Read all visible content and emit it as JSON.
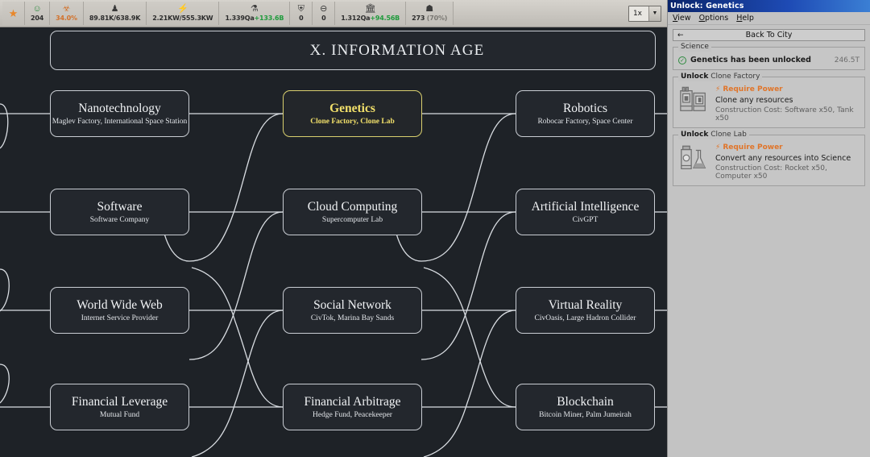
{
  "toolbar": {
    "stats": [
      {
        "icon": "star-icon",
        "glyph": "★",
        "value": "",
        "color": "#e8872b"
      },
      {
        "icon": "happiness-icon",
        "glyph": "☺",
        "value": "204",
        "color": "#2e8b3f"
      },
      {
        "icon": "pollution-icon",
        "glyph": "☣",
        "value": "34.0%",
        "color": "#d2722c"
      },
      {
        "icon": "population-icon",
        "glyph": "♟",
        "value": "89.81K/638.9K",
        "color": "#3a3a3a"
      },
      {
        "icon": "power-icon",
        "glyph": "⚡",
        "value": "2.21KW/555.3KW",
        "color": "#2e8b3f"
      },
      {
        "icon": "science-icon",
        "glyph": "⚗",
        "value": "1.339Qa",
        "gain": "+133.6B",
        "color": "#3a3a3a"
      },
      {
        "icon": "trade-icon",
        "glyph": "⛨",
        "value": "0",
        "color": "#3a3a3a"
      },
      {
        "icon": "blocked-icon",
        "glyph": "⊖",
        "value": "0",
        "color": "#3a3a3a"
      },
      {
        "icon": "treasury-icon",
        "glyph": "🏛",
        "value": "1.312Qa",
        "gain": "+94.56B",
        "color": "#3a3a3a"
      },
      {
        "icon": "approval-icon",
        "glyph": "☗",
        "value": "273",
        "muted": "(70%)",
        "color": "#3a3a3a"
      }
    ],
    "speed": {
      "label": "1x",
      "arrow": "▼"
    }
  },
  "tree": {
    "era_title": "X.  INFORMATION AGE",
    "nodes": [
      {
        "id": "nanotechnology",
        "title": "Nanotechnology",
        "sub": "Maglev Factory, International Space Station",
        "selected": false
      },
      {
        "id": "genetics",
        "title": "Genetics",
        "sub": "Clone Factory, Clone Lab",
        "selected": true
      },
      {
        "id": "robotics",
        "title": "Robotics",
        "sub": "Robocar Factory, Space Center",
        "selected": false
      },
      {
        "id": "software",
        "title": "Software",
        "sub": "Software Company",
        "selected": false
      },
      {
        "id": "cloud-computing",
        "title": "Cloud Computing",
        "sub": "Supercomputer Lab",
        "selected": false
      },
      {
        "id": "artificial-intelligence",
        "title": "Artificial Intelligence",
        "sub": "CivGPT",
        "selected": false
      },
      {
        "id": "world-wide-web",
        "title": "World Wide Web",
        "sub": "Internet Service Provider",
        "selected": false
      },
      {
        "id": "social-network",
        "title": "Social Network",
        "sub": "CivTok, Marina Bay Sands",
        "selected": false
      },
      {
        "id": "virtual-reality",
        "title": "Virtual Reality",
        "sub": "CivOasis, Large Hadron Collider",
        "selected": false
      },
      {
        "id": "financial-leverage",
        "title": "Financial Leverage",
        "sub": "Mutual Fund",
        "selected": false
      },
      {
        "id": "financial-arbitrage",
        "title": "Financial Arbitrage",
        "sub": "Hedge Fund, Peacekeeper",
        "selected": false
      },
      {
        "id": "blockchain",
        "title": "Blockchain",
        "sub": "Bitcoin Miner, Palm Jumeirah",
        "selected": false
      }
    ]
  },
  "panel": {
    "title": "Unlock: Genetics",
    "menu": [
      {
        "label": "View",
        "mnemonic": "V"
      },
      {
        "label": "Options",
        "mnemonic": "O"
      },
      {
        "label": "Help",
        "mnemonic": "H"
      }
    ],
    "back_button": {
      "label": "Back To City",
      "arrow": "←"
    },
    "science": {
      "legend": "Science",
      "check": "✓",
      "label": "Genetics has been unlocked",
      "value": "246.5T"
    },
    "unlocks": [
      {
        "legend_prefix": "Unlock",
        "legend_name": "Clone Factory",
        "icon": "clone-factory-icon",
        "require_power": "Require Power",
        "bolt": "⚡",
        "description": "Clone any resources",
        "cost": "Construction Cost: Software x50, Tank x50"
      },
      {
        "legend_prefix": "Unlock",
        "legend_name": "Clone Lab",
        "icon": "clone-lab-icon",
        "require_power": "Require Power",
        "bolt": "⚡",
        "description": "Convert any resources into Science",
        "cost": "Construction Cost: Rocket x50, Computer x50"
      }
    ]
  },
  "colors": {
    "selected_node": "#f2e06a",
    "warning": "#e0752a",
    "positive": "#1f9b3c",
    "titlebar": "#0a246a"
  }
}
